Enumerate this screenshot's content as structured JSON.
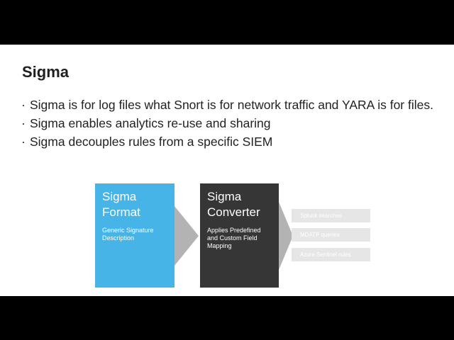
{
  "slide": {
    "title": "Sigma",
    "bullet_glyph": "·",
    "bullets": [
      "Sigma is for log files what Snort is for network traffic and YARA is for files.",
      "Sigma enables analytics re-use and sharing",
      "Sigma decouples rules from a specific SIEM"
    ]
  },
  "diagram": {
    "format": {
      "title_line1": "Sigma",
      "title_line2": "Format",
      "desc": "Generic Signature Description",
      "color": "#46b4e6"
    },
    "converter": {
      "title_line1": "Sigma",
      "title_line2": "Converter",
      "desc": "Applies Predefined and Custom Field Mapping",
      "color": "#363636"
    },
    "outputs": [
      "Splunk searches",
      "MDATP queries",
      "Azure Sentinel rules"
    ],
    "arrow_color": "#b3b3b3"
  }
}
